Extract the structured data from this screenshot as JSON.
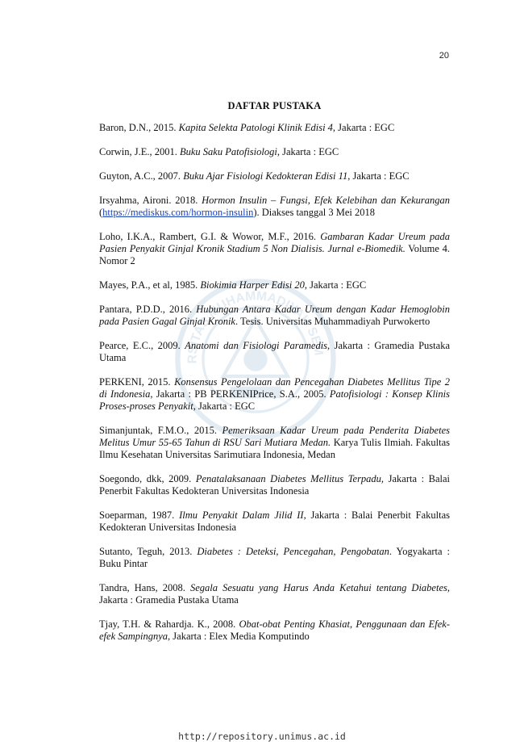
{
  "page_number": "20",
  "title": "DAFTAR PUSTAKA",
  "watermark_text": "UNIVERSITAS MUHAMMADIYAH SEMARANG",
  "references": [
    [
      {
        "t": "Baron, D.N., 2015. "
      },
      {
        "t": "Kapita Selekta Patologi Klinik Edisi 4",
        "i": true
      },
      {
        "t": ", Jakarta : EGC"
      }
    ],
    [
      {
        "t": "Corwin, J.E., 2001. "
      },
      {
        "t": "Buku Saku Patofisiologi",
        "i": true
      },
      {
        "t": ", Jakarta : EGC"
      }
    ],
    [
      {
        "t": "Guyton, A.C., 2007. "
      },
      {
        "t": "Buku Ajar Fisiologi Kedokteran Edisi 11",
        "i": true
      },
      {
        "t": ", Jakarta : EGC"
      }
    ],
    [
      {
        "t": "Irsyahma, Aironi. 2018. "
      },
      {
        "t": "Hormon Insulin – Fungsi, Efek Kelebihan dan Kekurangan",
        "i": true
      },
      {
        "t": " ("
      },
      {
        "t": "https://mediskus.com/hormon-insulin",
        "link": true
      },
      {
        "t": "). Diakses tanggal 3 Mei 2018"
      }
    ],
    [
      {
        "t": "Loho, I.K.A., Rambert, G.I. & Wowor, M.F., 2016. "
      },
      {
        "t": "Gambaran Kadar Ureum pada Pasien Penyakit Ginjal Kronik Stadium 5 Non Dialisis. Jurnal e-Biomedik.",
        "i": true
      },
      {
        "t": " Volume 4. Nomor 2"
      }
    ],
    [
      {
        "t": "Mayes, P.A., et al, 1985. "
      },
      {
        "t": "Biokimia Harper Edisi 20",
        "i": true
      },
      {
        "t": ", Jakarta : EGC"
      }
    ],
    [
      {
        "t": "Pantara, P.D.D., 2016. "
      },
      {
        "t": "Hubungan Antara Kadar Ureum dengan Kadar Hemoglobin pada Pasien Gagal Ginjal Kronik",
        "i": true
      },
      {
        "t": ". Tesis. Universitas Muhammadiyah Purwokerto"
      }
    ],
    [
      {
        "t": "Pearce, E.C., 2009. "
      },
      {
        "t": "Anatomi dan Fisiologi Paramedis",
        "i": true
      },
      {
        "t": ", Jakarta : Gramedia Pustaka Utama"
      }
    ],
    [
      {
        "t": "PERKENI, 2015. "
      },
      {
        "t": "Konsensus Pengelolaan dan Pencegahan Diabetes Mellitus Tipe 2 di Indonesia",
        "i": true
      },
      {
        "t": ", Jakarta : PB PERKENIPrice, S.A., 2005. "
      },
      {
        "t": "Patofisiologi : Konsep Klinis Proses-proses Penyakit,",
        "i": true
      },
      {
        "t": " Jakarta : EGC"
      }
    ],
    [
      {
        "t": "Simanjuntak, F.M.O., 2015. "
      },
      {
        "t": "Pemeriksaan Kadar Ureum pada Penderita Diabetes Melitus Umur 55-65 Tahun di RSU Sari Mutiara Medan.",
        "i": true
      },
      {
        "t": " Karya Tulis Ilmiah. Fakultas Ilmu Kesehatan Universitas Sarimutiara Indonesia, Medan"
      }
    ],
    [
      {
        "t": "Soegondo, dkk, 2009. "
      },
      {
        "t": "Penatalaksanaan Diabetes Mellitus Terpadu,",
        "i": true
      },
      {
        "t": " Jakarta : Balai Penerbit Fakultas Kedokteran Universitas Indonesia"
      }
    ],
    [
      {
        "t": "Soeparman, 1987. "
      },
      {
        "t": "Ilmu Penyakit Dalam Jilid II",
        "i": true
      },
      {
        "t": ", Jakarta : Balai Penerbit Fakultas Kedokteran Universitas Indonesia"
      }
    ],
    [
      {
        "t": "Sutanto, Teguh, 2013. "
      },
      {
        "t": "Diabetes : Deteksi, Pencegahan, Pengobatan",
        "i": true
      },
      {
        "t": ". Yogyakarta : Buku Pintar"
      }
    ],
    [
      {
        "t": "Tandra, Hans, 2008. "
      },
      {
        "t": "Segala Sesuatu yang Harus Anda Ketahui tentang Diabetes",
        "i": true
      },
      {
        "t": ", Jakarta : Gramedia Pustaka Utama"
      }
    ],
    [
      {
        "t": "Tjay, T.H. & Rahardja. K., 2008. "
      },
      {
        "t": "Obat-obat Penting Khasiat, Penggunaan dan Efek-efek Sampingnya",
        "i": true
      },
      {
        "t": ", Jakarta : Elex Media Komputindo"
      }
    ]
  ],
  "footer_url": "http://repository.unimus.ac.id"
}
